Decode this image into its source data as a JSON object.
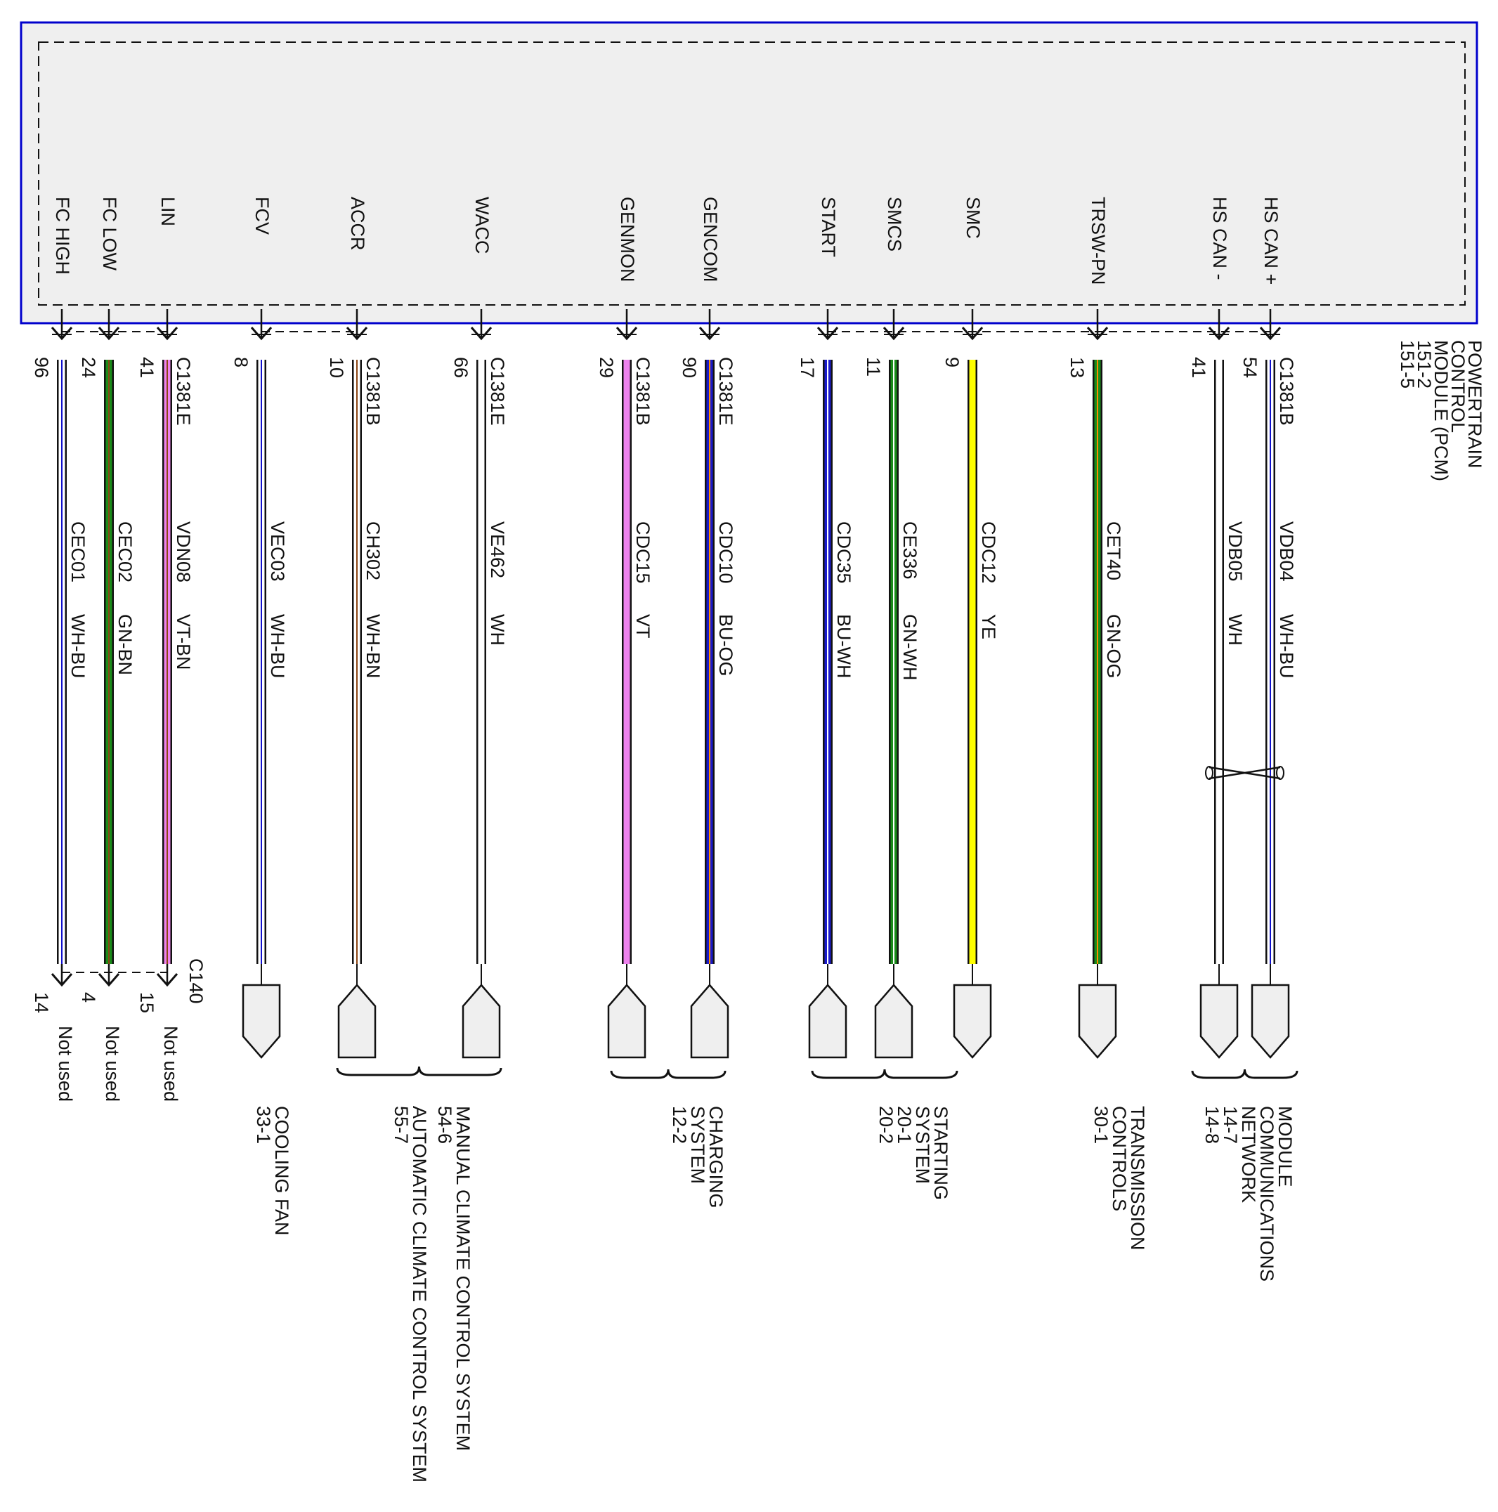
{
  "module": {
    "name": "POWERTRAIN CONTROL MODULE (PCM)",
    "lines": [
      "POWERTRAIN",
      "CONTROL",
      "MODULE (PCM)",
      "151-2",
      "151-5"
    ],
    "border_color": "#0000cc",
    "fill_color": "#efefef"
  },
  "bottom_connector": {
    "name": "C140"
  },
  "circuits": [
    {
      "signal": "FC HIGH",
      "pin_top": "96",
      "connector": "",
      "circuit": "CEC01",
      "color_code": "WH-BU",
      "colors": [
        "#ffffff",
        "#1010cc"
      ],
      "pin_bottom": "14",
      "end_text": "Not used",
      "end": "c140"
    },
    {
      "signal": "FC LOW",
      "pin_top": "24",
      "connector": "",
      "circuit": "CEC02",
      "color_code": "GN-BN",
      "colors": [
        "#1a8c1a",
        "#8b4513"
      ],
      "pin_bottom": "4",
      "end_text": "Not used",
      "end": "c140"
    },
    {
      "signal": "LIN",
      "pin_top": "41",
      "connector": "C1381E",
      "circuit": "VDN08",
      "color_code": "VT-BN",
      "colors": [
        "#ee82ee",
        "#8b4513"
      ],
      "pin_bottom": "15",
      "end_text": "Not used",
      "end": "c140"
    },
    {
      "signal": "FCV",
      "pin_top": "8",
      "connector": "",
      "circuit": "VEC03",
      "color_code": "WH-BU",
      "colors": [
        "#ffffff",
        "#1010cc"
      ],
      "end": "down"
    },
    {
      "signal": "ACCR",
      "pin_top": "10",
      "connector": "C1381B",
      "circuit": "CH302",
      "color_code": "WH-BN",
      "colors": [
        "#ffffff",
        "#8b4513"
      ],
      "end": "up"
    },
    {
      "signal": "WACC",
      "pin_top": "66",
      "connector": "C1381E",
      "circuit": "VE462",
      "color_code": "WH",
      "colors": [
        "#ffffff",
        "#ffffff"
      ],
      "end": "up"
    },
    {
      "signal": "GENMON",
      "pin_top": "29",
      "connector": "C1381B",
      "circuit": "CDC15",
      "color_code": "VT",
      "colors": [
        "#ee82ee",
        "#ee82ee"
      ],
      "end": "up"
    },
    {
      "signal": "GENCOM",
      "pin_top": "90",
      "connector": "C1381E",
      "circuit": "CDC10",
      "color_code": "BU-OG",
      "colors": [
        "#1a1acc",
        "#ff8c00"
      ],
      "end": "up"
    },
    {
      "signal": "START",
      "pin_top": "17",
      "connector": "",
      "circuit": "CDC35",
      "color_code": "BU-WH",
      "colors": [
        "#1a1acc",
        "#ffffff"
      ],
      "end": "up"
    },
    {
      "signal": "SMCS",
      "pin_top": "11",
      "connector": "",
      "circuit": "CE336",
      "color_code": "GN-WH",
      "colors": [
        "#1a8c1a",
        "#ffffff"
      ],
      "end": "up"
    },
    {
      "signal": "SMC",
      "pin_top": "9",
      "connector": "",
      "circuit": "CDC12",
      "color_code": "YE",
      "colors": [
        "#ffff00",
        "#ffff00"
      ],
      "end": "down"
    },
    {
      "signal": "TRSW-PN",
      "pin_top": "13",
      "connector": "",
      "circuit": "CET40",
      "color_code": "GN-OG",
      "colors": [
        "#1a8c1a",
        "#ff8c00"
      ],
      "end": "down"
    },
    {
      "signal": "HS CAN -",
      "pin_top": "41",
      "connector": "",
      "circuit": "VDB05",
      "color_code": "WH",
      "colors": [
        "#ffffff",
        "#ffffff"
      ],
      "end": "down"
    },
    {
      "signal": "HS CAN +",
      "pin_top": "54",
      "connector": "C1381B",
      "circuit": "VDB04",
      "color_code": "WH-BU",
      "colors": [
        "#ffffff",
        "#1010cc"
      ],
      "end": "down"
    }
  ],
  "destinations": [
    {
      "lines": [
        "COOLING FAN",
        "33-1"
      ]
    },
    {
      "lines": [
        "MANUAL CLIMATE CONTROL SYSTEM",
        "54-6"
      ]
    },
    {
      "lines": [
        "AUTOMATIC CLIMATE CONTROL SYSTEM",
        "55-7"
      ]
    },
    {
      "lines": [
        "CHARGING",
        "SYSTEM",
        "12-2"
      ]
    },
    {
      "lines": [
        "STARTING",
        "SYSTEM",
        "20-1",
        "20-2"
      ]
    },
    {
      "lines": [
        "TRANSMISSION",
        "CONTROLS",
        "30-1"
      ]
    },
    {
      "lines": [
        "MODULE",
        "COMMUNICATIONS",
        "NETWORK",
        "14-7",
        "14-8"
      ]
    }
  ]
}
